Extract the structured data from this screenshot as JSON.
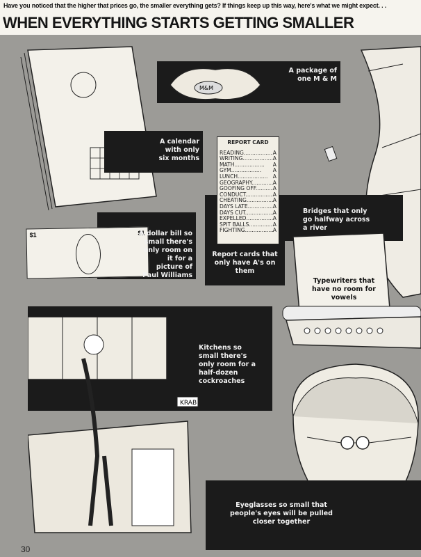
{
  "header": {
    "intro": "Have you noticed that the higher that prices go, the smaller everything gets? If things keep up this way, here's what we might expect. . .",
    "title": "WHEN EVERYTHING STARTS GETTING SMALLER"
  },
  "panels": {
    "mm": {
      "caption": "A package of one M & M",
      "label": "M&M"
    },
    "calendar": {
      "caption": "A calendar with only six months"
    },
    "dollar": {
      "caption": "A dollar bill so small there's only room on it for a picture of Paul Williams",
      "denomination": "$1"
    },
    "report_card": {
      "title": "REPORT CARD",
      "rows": [
        [
          "READING",
          "A"
        ],
        [
          "WRITING",
          "A"
        ],
        [
          "MATH",
          "A"
        ],
        [
          "GYM",
          "A"
        ],
        [
          "LUNCH",
          "A"
        ],
        [
          "GEOGRAPHY",
          "A"
        ],
        [
          "GOOFING OFF",
          "A"
        ],
        [
          "CONDUCT",
          "A"
        ],
        [
          "CHEATING",
          "A"
        ],
        [
          "DAYS LATE",
          "A"
        ],
        [
          "DAYS CUT",
          "A"
        ],
        [
          "EXPELLED",
          "A"
        ],
        [
          "SPIT BALLS",
          "A"
        ],
        [
          "FIGHTING",
          "A"
        ]
      ],
      "caption": "Report cards that only have A's on them"
    },
    "bridge": {
      "caption": "Bridges that only go halfway across a river"
    },
    "typewriter": {
      "caption": "Typewriters that have no room for vowels"
    },
    "kitchen": {
      "caption": "Kitchens so small there's only room for a half-dozen cockroaches",
      "sign": "KRAB"
    },
    "eyeglasses": {
      "caption": "Eyeglasses so small that people's eyes will be pulled closer together"
    }
  },
  "page_number": "30"
}
